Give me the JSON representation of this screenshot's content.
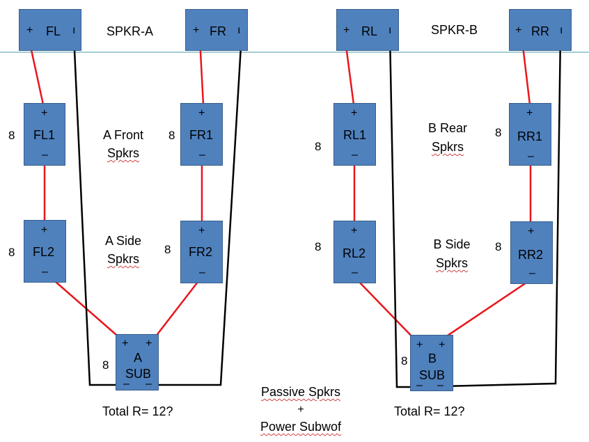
{
  "amps": {
    "a": {
      "title": "SPKR-A",
      "left": {
        "label": "FL",
        "plus": "+",
        "minus": "ı"
      },
      "right": {
        "label": "FR",
        "plus": "+",
        "minus": "ı"
      }
    },
    "b": {
      "title": "SPKR-B",
      "left": {
        "label": "RL",
        "plus": "+",
        "minus": "ı"
      },
      "right": {
        "label": "RR",
        "plus": "+",
        "minus": "ı"
      }
    }
  },
  "speakers": {
    "fl1": {
      "label": "FL1",
      "ohms": "8",
      "plus": "+",
      "minus": "–"
    },
    "fr1": {
      "label": "FR1",
      "ohms": "8",
      "plus": "+",
      "minus": "–"
    },
    "fl2": {
      "label": "FL2",
      "ohms": "8",
      "plus": "+",
      "minus": "–"
    },
    "fr2": {
      "label": "FR2",
      "ohms": "8",
      "plus": "+",
      "minus": "–"
    },
    "rl1": {
      "label": "RL1",
      "ohms": "8",
      "plus": "+",
      "minus": "–"
    },
    "rr1": {
      "label": "RR1",
      "ohms": "8",
      "plus": "+",
      "minus": "–"
    },
    "rl2": {
      "label": "RL2",
      "ohms": "8",
      "plus": "+",
      "minus": "–"
    },
    "rr2": {
      "label": "RR2",
      "ohms": "8",
      "plus": "+",
      "minus": "–"
    }
  },
  "subs": {
    "a": {
      "line1": "A",
      "line2": "SUB",
      "ohms": "8",
      "plus": "+",
      "minus": "–",
      "total": "Total R= 12?"
    },
    "b": {
      "line1": "B",
      "line2": "SUB",
      "ohms": "8",
      "plus": "+",
      "minus": "–",
      "total": "Total R= 12?"
    }
  },
  "captions": {
    "a_front": {
      "line1": "A Front",
      "line2": "Spkrs"
    },
    "a_side": {
      "line1": "A Side",
      "line2": "Spkrs"
    },
    "b_rear": {
      "line1": "B Rear",
      "line2": "Spkrs"
    },
    "b_side": {
      "line1": "B Side",
      "line2": "Spkrs"
    }
  },
  "footer": {
    "line1": "Passive Spkrs",
    "line2": "+",
    "line3": "Power Subwof"
  },
  "colors": {
    "box_fill": "#4f81bd",
    "box_border": "#385d8a",
    "positive_wire": "#e8161b",
    "negative_wire": "#000000",
    "divider_line": "#4a9bab"
  }
}
